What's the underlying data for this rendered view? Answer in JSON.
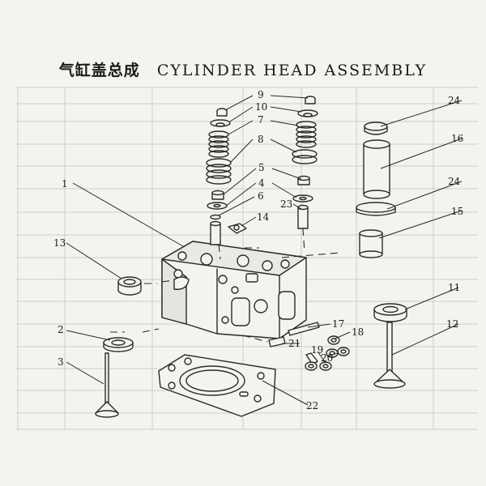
{
  "title": {
    "chinese": "气缸盖总成",
    "english": "CYLINDER HEAD ASSEMBLY"
  },
  "part_labels": [
    "1",
    "2",
    "3",
    "4",
    "5",
    "6",
    "7",
    "8",
    "9",
    "10",
    "11",
    "12",
    "13",
    "14",
    "15",
    "16",
    "17",
    "18",
    "19",
    "20",
    "21",
    "22",
    "23",
    "24",
    "24"
  ],
  "colors": {
    "ink": "#2a2a2a",
    "paper": "#f4f3ef",
    "ghost": "#c9c7c1"
  }
}
